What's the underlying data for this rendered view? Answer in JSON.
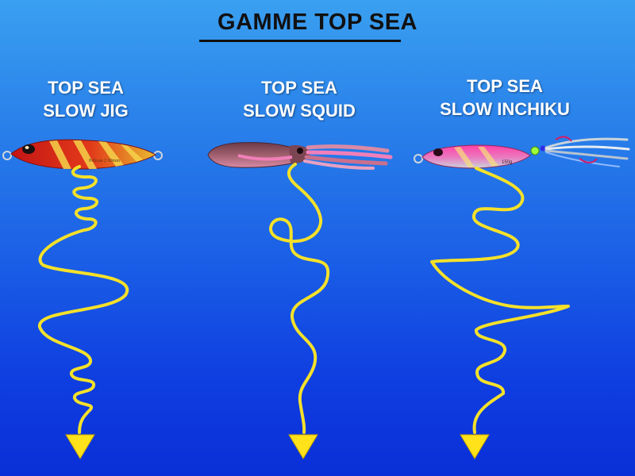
{
  "header": {
    "title": "GAMME TOP SEA"
  },
  "columns": [
    {
      "line1": "TOP SEA",
      "line2": "SLOW JIG"
    },
    {
      "line1": "TOP SEA",
      "line2": "SLOW SQUID"
    },
    {
      "line1": "TOP SEA",
      "line2": "SLOW INCHIKU"
    }
  ],
  "lure_markings": {
    "jig": "Pelican 2 60mm",
    "inchiku": "150g"
  },
  "colors": {
    "path": "#f5e12a",
    "arrow": "#ffe21a",
    "title_text": "#111111",
    "label_text": "#ffffff",
    "jig_red": "#d81f1f",
    "jig_gold": "#e6c23a",
    "squid_body": "#8a4f5c",
    "squid_pink": "#f17fb9",
    "inchiku_pink": "#ff3fa6",
    "inchiku_silver": "#c9d3dc"
  }
}
